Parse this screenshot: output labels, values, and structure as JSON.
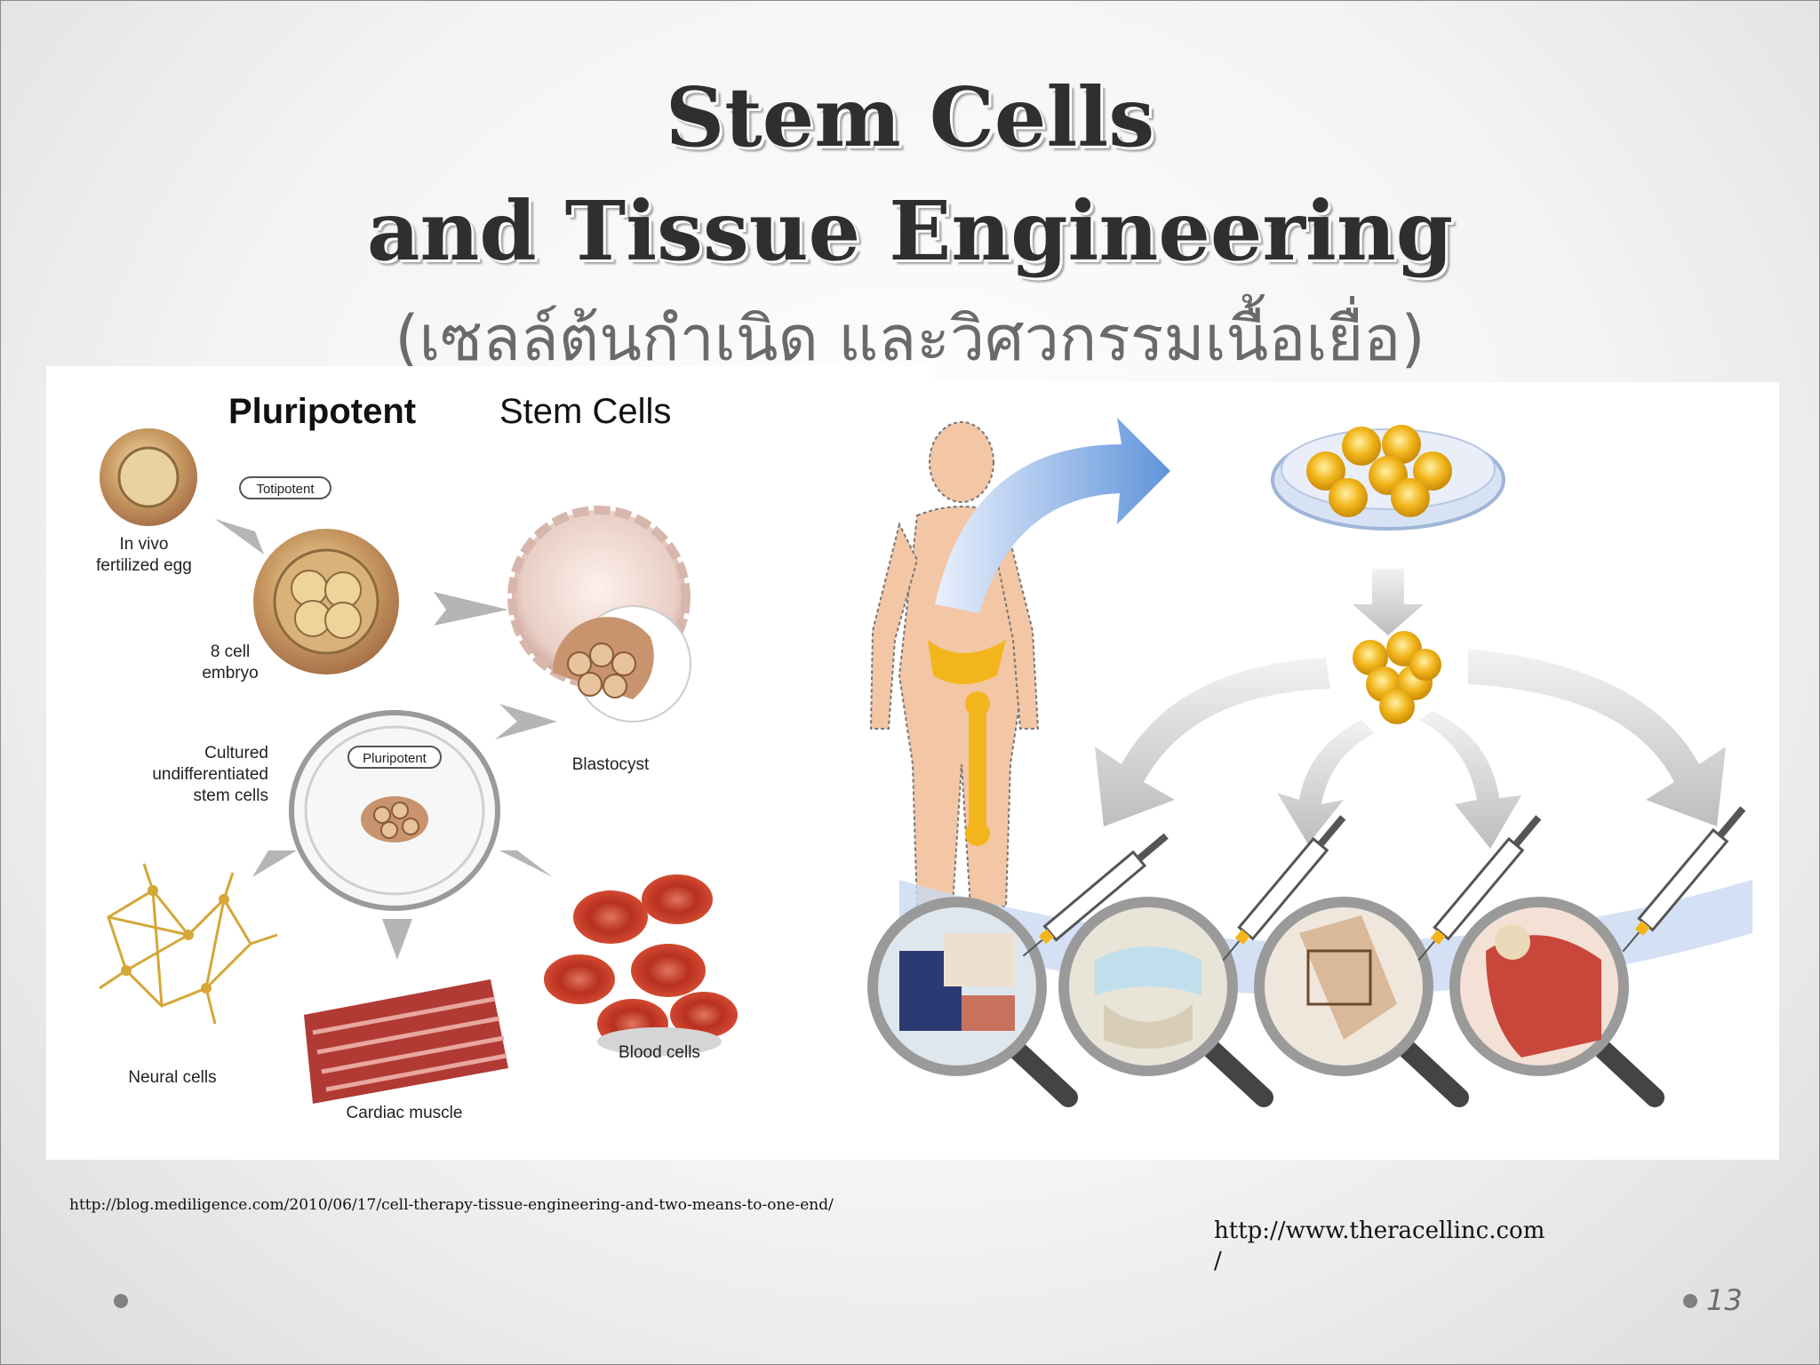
{
  "slide": {
    "title_line1": "Stem Cells",
    "title_line2": "and Tissue Engineering",
    "subtitle_thai": "(เซลล์ต้นกำเนิด และวิศวกรรมเนื้อเยื่อ)",
    "page_number": "13"
  },
  "left_figure": {
    "heading_bold": "Pluripotent",
    "heading_rest": " Stem Cells",
    "badge_totipotent": "Totipotent",
    "label_invivo_1": "In vivo",
    "label_invivo_2": "fertilized egg",
    "label_8cell_1": "8 cell",
    "label_8cell_2": "embryo",
    "label_blastocyst": "Blastocyst",
    "label_cultured_1": "Cultured",
    "label_cultured_2": "undifferentiated",
    "label_cultured_3": "stem cells",
    "badge_pluripotent": "Pluripotent",
    "label_neural": "Neural cells",
    "label_cardiac": "Cardiac muscle",
    "label_blood": "Blood cells"
  },
  "citations": {
    "left": "http://blog.mediligence.com/2010/06/17/cell-therapy-tissue-engineering-and-two-means-to-one-end/",
    "right_line1": "http://www.theracellinc.com",
    "right_line2": "/"
  },
  "colors": {
    "title": "#2f2f2f",
    "subtitle": "#6a6a6a",
    "arrow_blue": "#6d9ee0",
    "cell_gold": "#f2b61c",
    "blood_red": "#c9432f",
    "skin": "#f3c6a5"
  }
}
